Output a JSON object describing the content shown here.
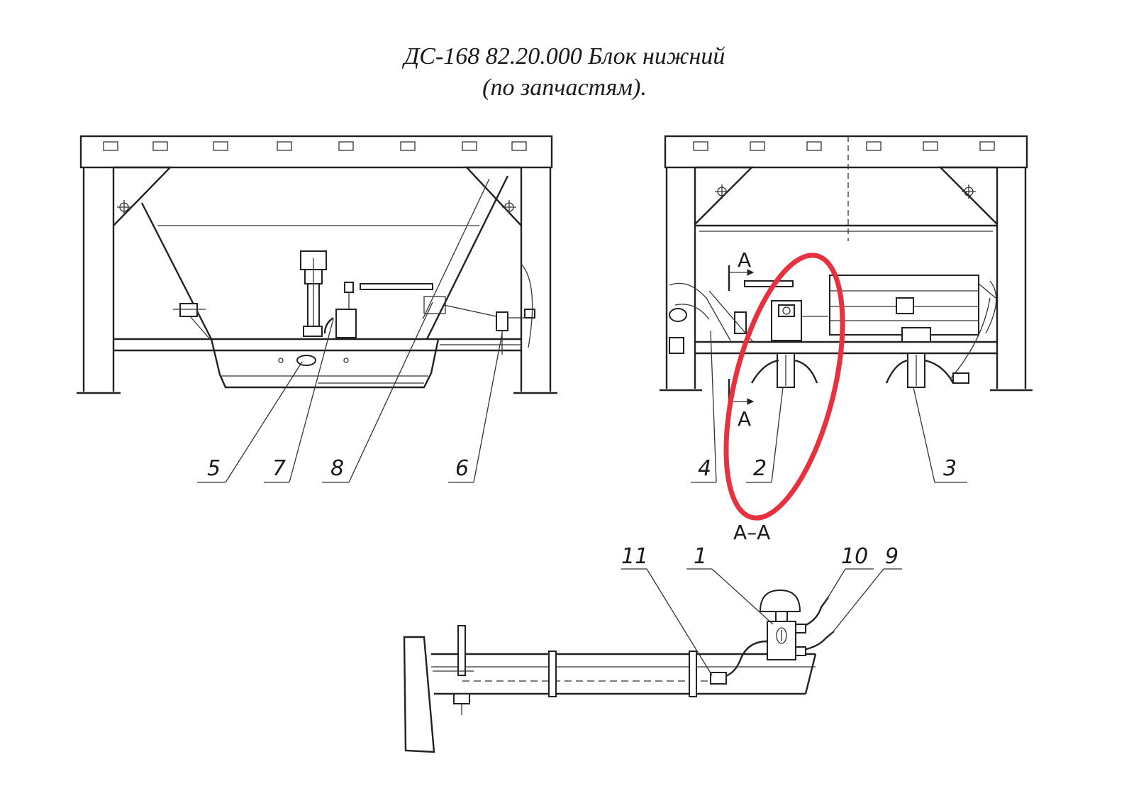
{
  "title": {
    "line1": "ДС-168 82.20.000 Блок нижний",
    "line2": "(по запчастям)."
  },
  "views": {
    "left": {
      "callouts": [
        "5",
        "7",
        "8",
        "6"
      ]
    },
    "right": {
      "section_mark": "A",
      "callouts": [
        "4",
        "2",
        "3"
      ]
    },
    "section": {
      "label": "A–A",
      "callouts": [
        "11",
        "1",
        "10",
        "9"
      ]
    }
  },
  "highlight": {
    "color": "#e8313f",
    "encircles_callout": "2"
  }
}
